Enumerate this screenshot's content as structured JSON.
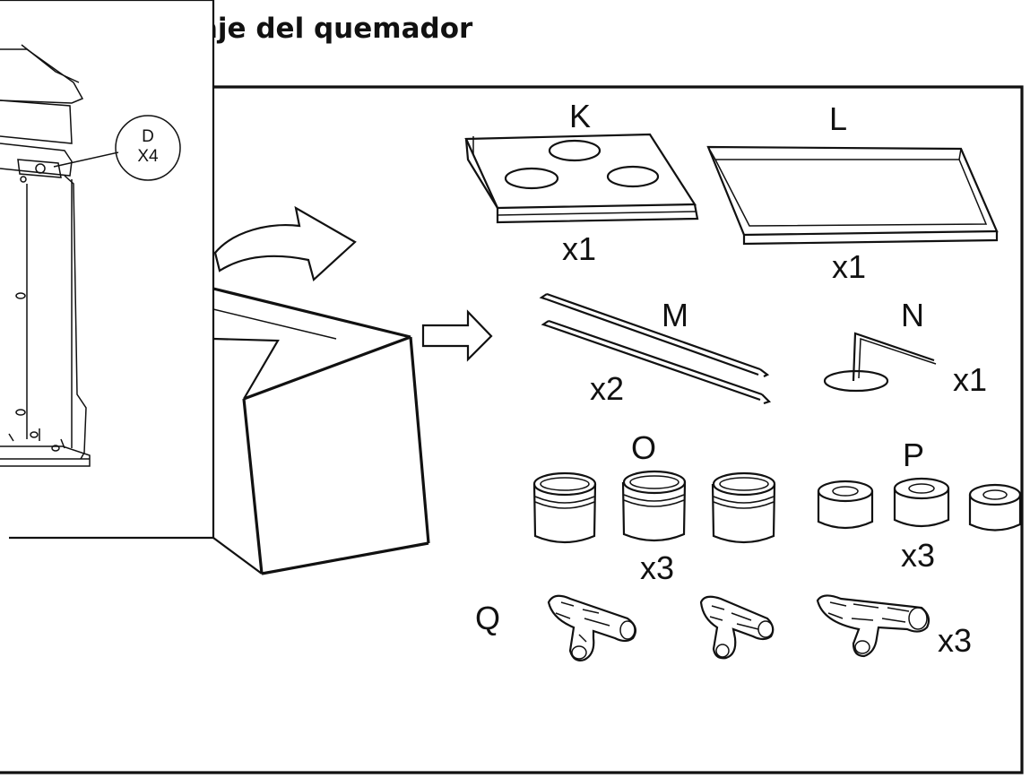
{
  "heading": "aje del quemador",
  "callout": {
    "part": "D",
    "qty": "X4"
  },
  "parts": [
    {
      "letter": "K",
      "qty": "x1"
    },
    {
      "letter": "L",
      "qty": "x1"
    },
    {
      "letter": "M",
      "qty": "x2"
    },
    {
      "letter": "N",
      "qty": "x1"
    },
    {
      "letter": "O",
      "qty": "x3"
    },
    {
      "letter": "P",
      "qty": "x3"
    },
    {
      "letter": "Q",
      "qty": "x3"
    }
  ]
}
